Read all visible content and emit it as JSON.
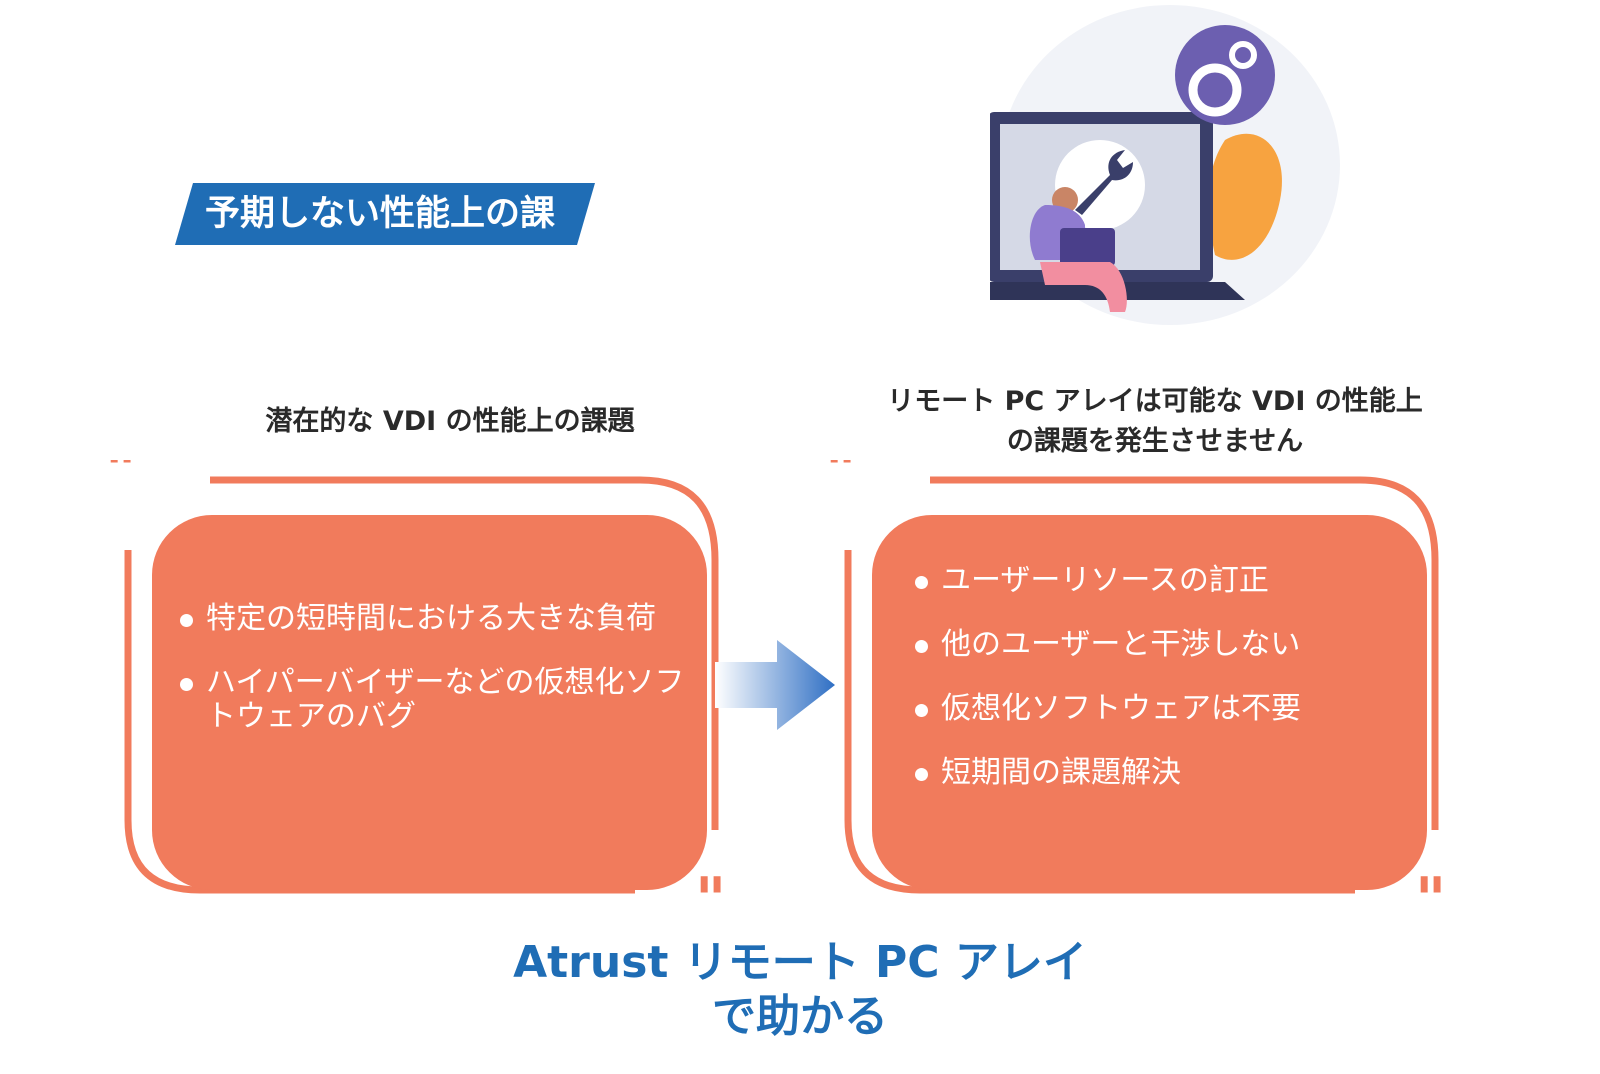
{
  "banner": {
    "label": "予期しない性能上の課"
  },
  "left_panel": {
    "heading": "潜在的な VDI の性能上の課題",
    "bullets": [
      "特定の短時間における大きな負荷",
      "ハイパーバイザーなどの仮想化ソフトウェアのバグ"
    ]
  },
  "right_panel": {
    "heading_line1": "リモート PC アレイは可能な VDI の性能上",
    "heading_line2": "の課題を発生させません",
    "bullets": [
      "ユーザーリソースの訂正",
      "他のユーザーと干渉しない",
      "仮想化ソフトウェアは不要",
      "短期間の課題解決"
    ]
  },
  "bottom": {
    "line1": "Atrust リモート PC アレイ",
    "line2": "で助かる"
  },
  "colors": {
    "accent_orange": "#f17b5c",
    "banner_blue": "#1f6db5",
    "text_dark": "#2a2a2a"
  }
}
